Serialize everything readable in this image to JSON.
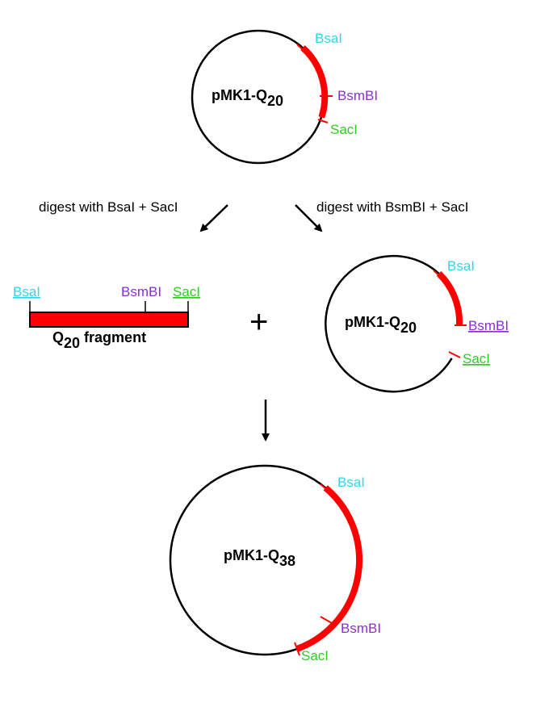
{
  "colors": {
    "insert": "#ff0000",
    "bsai": "#33d6e8",
    "bsmbi": "#8a2ed6",
    "saci": "#2ecc1f",
    "outline": "#000000"
  },
  "top_plasmid": {
    "name": "pMK1-Q",
    "subscript": "20",
    "site_bsai": "BsaI",
    "site_bsmbi": "BsmBI",
    "site_saci": "SacI"
  },
  "steps": {
    "left": "digest with BsaI + SacI",
    "right": "digest with BsmBI + SacI"
  },
  "fragment": {
    "site_bsai": "BsaI",
    "site_bsmbi": "BsmBI",
    "site_saci": "SacI",
    "name_prefix": "Q",
    "name_subscript": "20",
    "name_suffix": " fragment"
  },
  "plus": "+",
  "right_plasmid": {
    "name": "pMK1-Q",
    "subscript": "20",
    "site_bsai": "BsaI",
    "site_bsmbi": "BsmBI",
    "site_saci": "SacI"
  },
  "bottom_plasmid": {
    "name": "pMK1-Q",
    "subscript": "38",
    "site_bsai": "BsaI",
    "site_bsmbi": "BsmBI",
    "site_saci": "SacI"
  }
}
